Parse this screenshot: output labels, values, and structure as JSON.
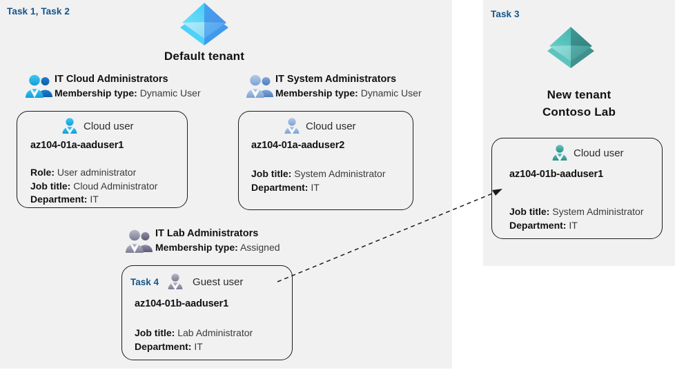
{
  "panels": {
    "left": {
      "task_label": "Task 1, Task 2"
    },
    "right": {
      "task_label": "Task 3"
    }
  },
  "colors": {
    "panel_bg": "#f1f1f1",
    "task_label": "#12548c",
    "card_border": "#1b1b1b",
    "tenant_blue": "#50c4f0",
    "tenant_teal": "#49b3ae",
    "person_cyan": "#29b6e8",
    "person_muted_blue": "#93b4dc",
    "person_teal": "#3aa9a4",
    "person_gray": "#9a9aa8"
  },
  "tenants": [
    {
      "icon": "azure-tenant-icon",
      "title": "Default tenant",
      "accent": "blue"
    },
    {
      "icon": "azure-tenant-icon",
      "title_line1": "New  tenant",
      "title_line2": "Contoso Lab",
      "accent": "teal"
    }
  ],
  "groups": [
    {
      "icon": "group-users-icon",
      "name": "IT Cloud Administrators",
      "meta_label": "Membership type:",
      "meta_value": "Dynamic User",
      "accent": "cyan"
    },
    {
      "icon": "group-users-icon",
      "name": "IT System Administrators",
      "meta_label": "Membership type:",
      "meta_value": "Dynamic User",
      "accent": "muted-blue"
    },
    {
      "icon": "group-users-icon",
      "name": "IT Lab Administrators",
      "meta_label": "Membership type:",
      "meta_value": "Assigned",
      "accent": "gray"
    }
  ],
  "cards": [
    {
      "id": "card-aaduser1-cloud",
      "task_tag": "",
      "user_icon": "cloud-user-icon",
      "user_type": "Cloud user",
      "account": "az104-01a-aaduser1",
      "attrs": [
        {
          "label": "Role:",
          "value": "User administrator"
        },
        {
          "label": "Job title:",
          "value": "Cloud Administrator"
        },
        {
          "label": "Department:",
          "value": "IT"
        }
      ]
    },
    {
      "id": "card-aaduser2-cloud",
      "task_tag": "",
      "user_icon": "cloud-user-icon",
      "user_type": "Cloud user",
      "account": "az104-01a-aaduser2",
      "attrs": [
        {
          "label": "Job title:",
          "value": "System Administrator"
        },
        {
          "label": "Department:",
          "value": "IT"
        }
      ]
    },
    {
      "id": "card-aaduser1b-guest",
      "task_tag": "Task 4",
      "user_icon": "guest-user-icon",
      "user_type": "Guest user",
      "account": "az104-01b-aaduser1",
      "attrs": [
        {
          "label": "Job title:",
          "value": "Lab Administrator"
        },
        {
          "label": "Department:",
          "value": "IT"
        }
      ]
    },
    {
      "id": "card-aaduser1b-cloud",
      "task_tag": "",
      "user_icon": "cloud-user-icon",
      "user_type": "Cloud user",
      "account": "az104-01b-aaduser1",
      "attrs": [
        {
          "label": "Job title:",
          "value": "System Administrator"
        },
        {
          "label": "Department:",
          "value": "IT"
        }
      ]
    }
  ],
  "connector": {
    "name": "guest-invite-arrow",
    "style": "dashed",
    "from": "card-aaduser1b-guest",
    "to": "card-aaduser1b-cloud"
  }
}
